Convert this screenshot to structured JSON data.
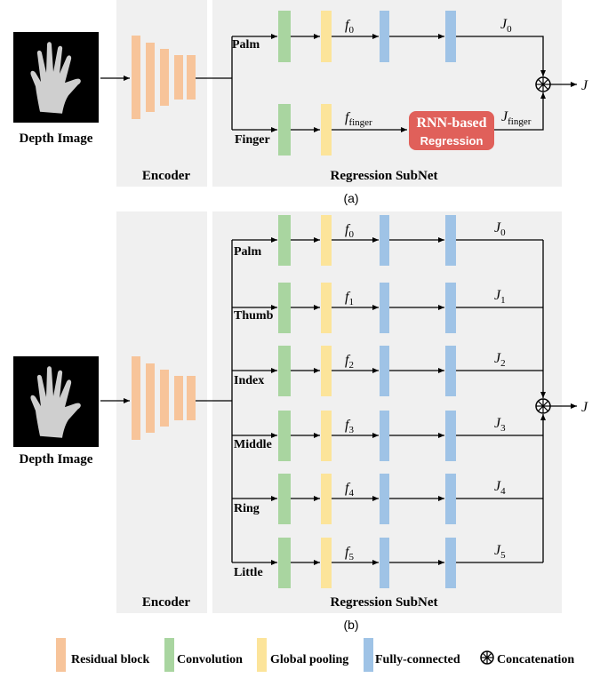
{
  "panel_a": {
    "caption": "(a)",
    "input_label": "Depth Image",
    "encoder_label": "Encoder",
    "subnet_label": "Regression SubNet",
    "branches": [
      {
        "name": "Palm",
        "feature_sym": "f",
        "feature_sub": "0",
        "joint_sym": "J",
        "joint_sub": "0"
      },
      {
        "name": "Finger",
        "feature_sym": "f",
        "feature_sub": "finger",
        "joint_sym": "J",
        "joint_sub": "finger"
      }
    ],
    "rnn_box": {
      "line1": "RNN-based",
      "line2": "Regression"
    },
    "output_label": "J"
  },
  "panel_b": {
    "caption": "(b)",
    "input_label": "Depth Image",
    "encoder_label": "Encoder",
    "subnet_label": "Regression SubNet",
    "branches": [
      {
        "name": "Palm",
        "feature_sym": "f",
        "feature_sub": "0",
        "joint_sym": "J",
        "joint_sub": "0"
      },
      {
        "name": "Thumb",
        "feature_sym": "f",
        "feature_sub": "1",
        "joint_sym": "J",
        "joint_sub": "1"
      },
      {
        "name": "Index",
        "feature_sym": "f",
        "feature_sub": "2",
        "joint_sym": "J",
        "joint_sub": "2"
      },
      {
        "name": "Middle",
        "feature_sym": "f",
        "feature_sub": "3",
        "joint_sym": "J",
        "joint_sub": "3"
      },
      {
        "name": "Ring",
        "feature_sym": "f",
        "feature_sub": "4",
        "joint_sym": "J",
        "joint_sub": "4"
      },
      {
        "name": "Little",
        "feature_sym": "f",
        "feature_sub": "5",
        "joint_sym": "J",
        "joint_sub": "5"
      }
    ],
    "output_label": "J"
  },
  "legend": [
    {
      "label": "Residual block",
      "color": "#f7c49a",
      "kind": "swatch"
    },
    {
      "label": "Convolution",
      "color": "#a9d5a0",
      "kind": "swatch"
    },
    {
      "label": "Global pooling",
      "color": "#fce49a",
      "kind": "swatch"
    },
    {
      "label": "Fully-connected",
      "color": "#9fc3e6",
      "kind": "swatch"
    },
    {
      "label": "Concatenation",
      "color": "#000000",
      "kind": "concat-icon"
    }
  ],
  "colors": {
    "panel_bg": "#f0f0f0",
    "residual": "#f7c49a",
    "conv": "#a9d5a0",
    "pool": "#fce49a",
    "fc": "#9fc3e6",
    "rnn": "#e0605a"
  }
}
